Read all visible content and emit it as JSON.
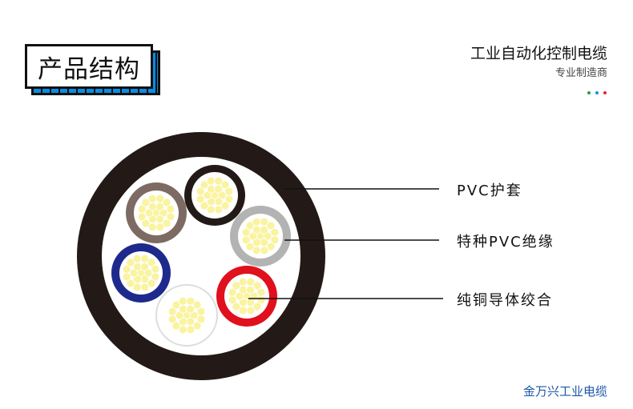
{
  "header": {
    "title": "产品结构",
    "brand": "工业自动化控制电缆",
    "subtitle": "专业制造商",
    "dot_colors": [
      "#1aa35a",
      "#1a8ef0",
      "#e8232a"
    ]
  },
  "labels": {
    "sheath": "PVC护套",
    "insulation": "特种PVC绝缘",
    "conductor": "纯铜导体绞合"
  },
  "footer": {
    "company": "金万兴工业电缆"
  },
  "cores": [
    {
      "name": "brown-gray",
      "color": "#7d6b63"
    },
    {
      "name": "black",
      "color": "#231a17"
    },
    {
      "name": "gray",
      "color": "#b3b3b3"
    },
    {
      "name": "blue",
      "color": "#1d2a8c"
    },
    {
      "name": "white",
      "color": "#e6e6e6"
    },
    {
      "name": "red",
      "color": "#e0101c"
    }
  ]
}
